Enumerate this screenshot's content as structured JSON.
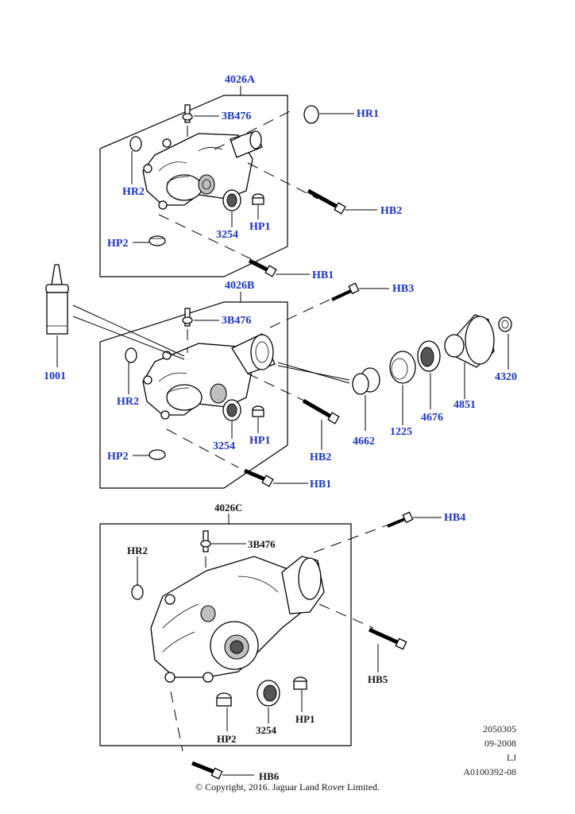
{
  "groups": {
    "g1": {
      "label": "4026A"
    },
    "g2": {
      "label": "4026B"
    },
    "g3": {
      "label": "4026C"
    }
  },
  "callouts": {
    "hr1": "HR1",
    "hb2_top": "HB2",
    "b3476_a": "3B476",
    "hr2_a": "HR2",
    "hp2_a": "HP2",
    "n3254_a": "3254",
    "hp1_a": "HP1",
    "hb1_a": "HB1",
    "hb3": "HB3",
    "n1001": "1001",
    "b3476_b": "3B476",
    "hr2_b": "HR2",
    "hp2_b": "HP2",
    "n3254_b": "3254",
    "hp1_b": "HP1",
    "hb2_mid": "HB2",
    "hb1_b": "HB1",
    "n4662": "4662",
    "n1225": "1225",
    "n4676": "4676",
    "n4851": "4851",
    "n4320": "4320",
    "hb4": "HB4",
    "hr2_c": "HR2",
    "b3476_c": "3B476",
    "hb5": "HB5",
    "hp2_c": "HP2",
    "n3254_c": "3254",
    "hp1_c": "HP1",
    "hb6": "HB6"
  },
  "meta": {
    "code": "2050305",
    "date": "09-2008",
    "initials": "LJ",
    "ref": "A0100392-08"
  },
  "copyright": "© Copyright, 2016. Jaguar Land Rover Limited."
}
